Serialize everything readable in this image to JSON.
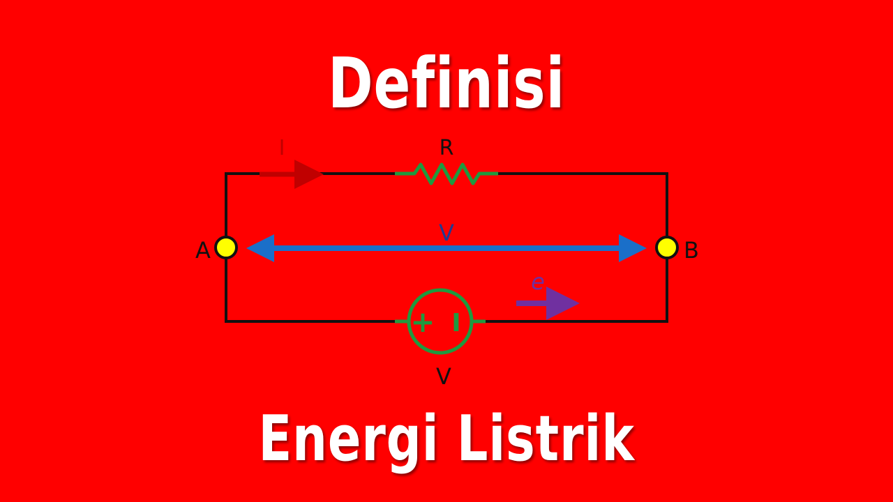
{
  "title": "Definisi",
  "subtitle": "Energi Listrik",
  "colors": {
    "background": "#ff0000",
    "wire": "#111111",
    "component": "#1f9a3f",
    "current_arrow": "#c00000",
    "voltage_arrow": "#1a6fc9",
    "electron_arrow": "#7030a0",
    "node": "#ffff00"
  },
  "labels": {
    "current": "I",
    "resistor": "R",
    "voltage_drop": "V",
    "node_a": "A",
    "node_b": "B",
    "electron": "e",
    "source_voltage": "V",
    "source_plus": "+",
    "source_minus": "I"
  }
}
